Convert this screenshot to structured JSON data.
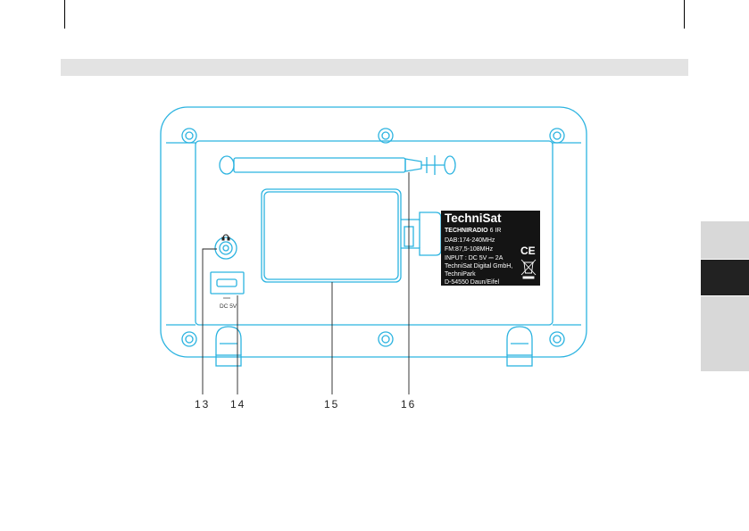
{
  "colors": {
    "outline": "#2bb3e0",
    "header_bar": "#e3e3e3",
    "tab_light": "#d8d8d8",
    "tab_dark": "#222222",
    "label_bg": "#141414",
    "text": "#222222"
  },
  "side_tabs": [
    {
      "state": "inactive"
    },
    {
      "state": "active"
    },
    {
      "state": "inactive"
    }
  ],
  "device": {
    "dc_label": "DC 5V",
    "headphone_icon": "headphones-icon",
    "rating_label": {
      "brand": "TechniSat",
      "model_bold": "TECHNIRADIO",
      "model_rest": " 6 IR",
      "lines": [
        "DAB:174-240MHz",
        "FM:87,5-108MHz",
        "INPUT : DC 5V ⎓ 2A",
        "TechniSat Digital GmbH,",
        "TechniPark",
        "D-54550 Daun/Eifel"
      ],
      "ce_mark": "CE",
      "weee_icon": "crossed-bin-icon"
    }
  },
  "callouts": [
    {
      "number": "13",
      "target": "headphone-jack"
    },
    {
      "number": "14",
      "target": "usb-dc-port"
    },
    {
      "number": "15",
      "target": "battery-cover"
    },
    {
      "number": "16",
      "target": "telescopic-antenna"
    }
  ]
}
